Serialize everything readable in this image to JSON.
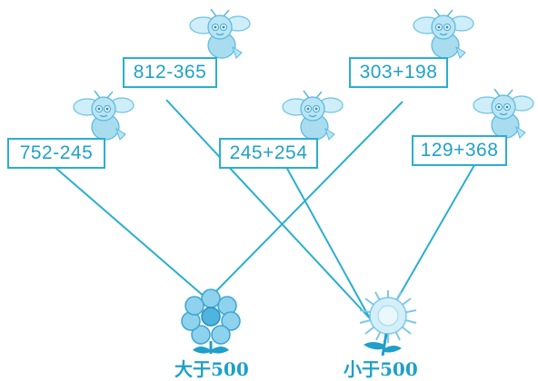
{
  "expressions": [
    "812-365",
    "303+198",
    "752-245",
    "245+254",
    "129+368"
  ],
  "targets": [
    "大于500",
    "小于500"
  ],
  "icons": {
    "bee": "bee-icon",
    "flower_greater": "blue-flower-icon",
    "flower_less": "chrysanthemum-icon"
  },
  "colors": {
    "line": "#2aaed0",
    "text": "#1fa2c8",
    "bee_body": "#a9dcef",
    "flower_fill": "#8fd2ee"
  }
}
